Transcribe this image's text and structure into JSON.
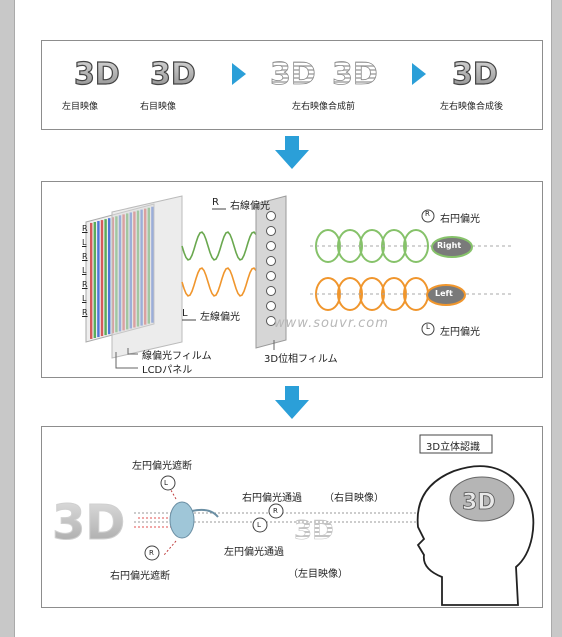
{
  "panel1": {
    "labels": [
      "左目映像",
      "右目映像",
      "左右映像合成前",
      "左右映像合成後"
    ],
    "logo_text": "3D",
    "colors": {
      "arrow": "#2b9fd8",
      "logo_fill": "#bfbfbf",
      "logo_edge": "#3a3a3a"
    }
  },
  "panel2": {
    "r_linear_prefix": "R",
    "r_linear": "右線偏光",
    "l_linear_prefix": "L",
    "l_linear": "左線偏光",
    "r_circular": "右円偏光",
    "l_circular": "左円偏光",
    "right_badge": "Right",
    "left_badge": "Left",
    "film_label": "線偏光フィルム",
    "lcd_label": "LCDパネル",
    "phase_film_label": "3D位相フィルム",
    "watermark": "www.souvr.com",
    "row_letters": [
      "R",
      "L",
      "R",
      "L",
      "R",
      "L",
      "R"
    ],
    "colors": {
      "wave_green": "#6aa84f",
      "wave_orange": "#f0962d",
      "right_ring": "#86c26a",
      "left_ring": "#f0962d"
    }
  },
  "panel3": {
    "title": "3D立体認識",
    "l_block": "左円偏光遮断",
    "r_block": "右円偏光遮断",
    "r_pass": "右円偏光通過",
    "l_pass": "左円偏光通過",
    "right_image": "（右目映像）",
    "left_image": "（左目映像）",
    "logo_text": "3D",
    "symbol_r": "R",
    "symbol_l": "L"
  }
}
